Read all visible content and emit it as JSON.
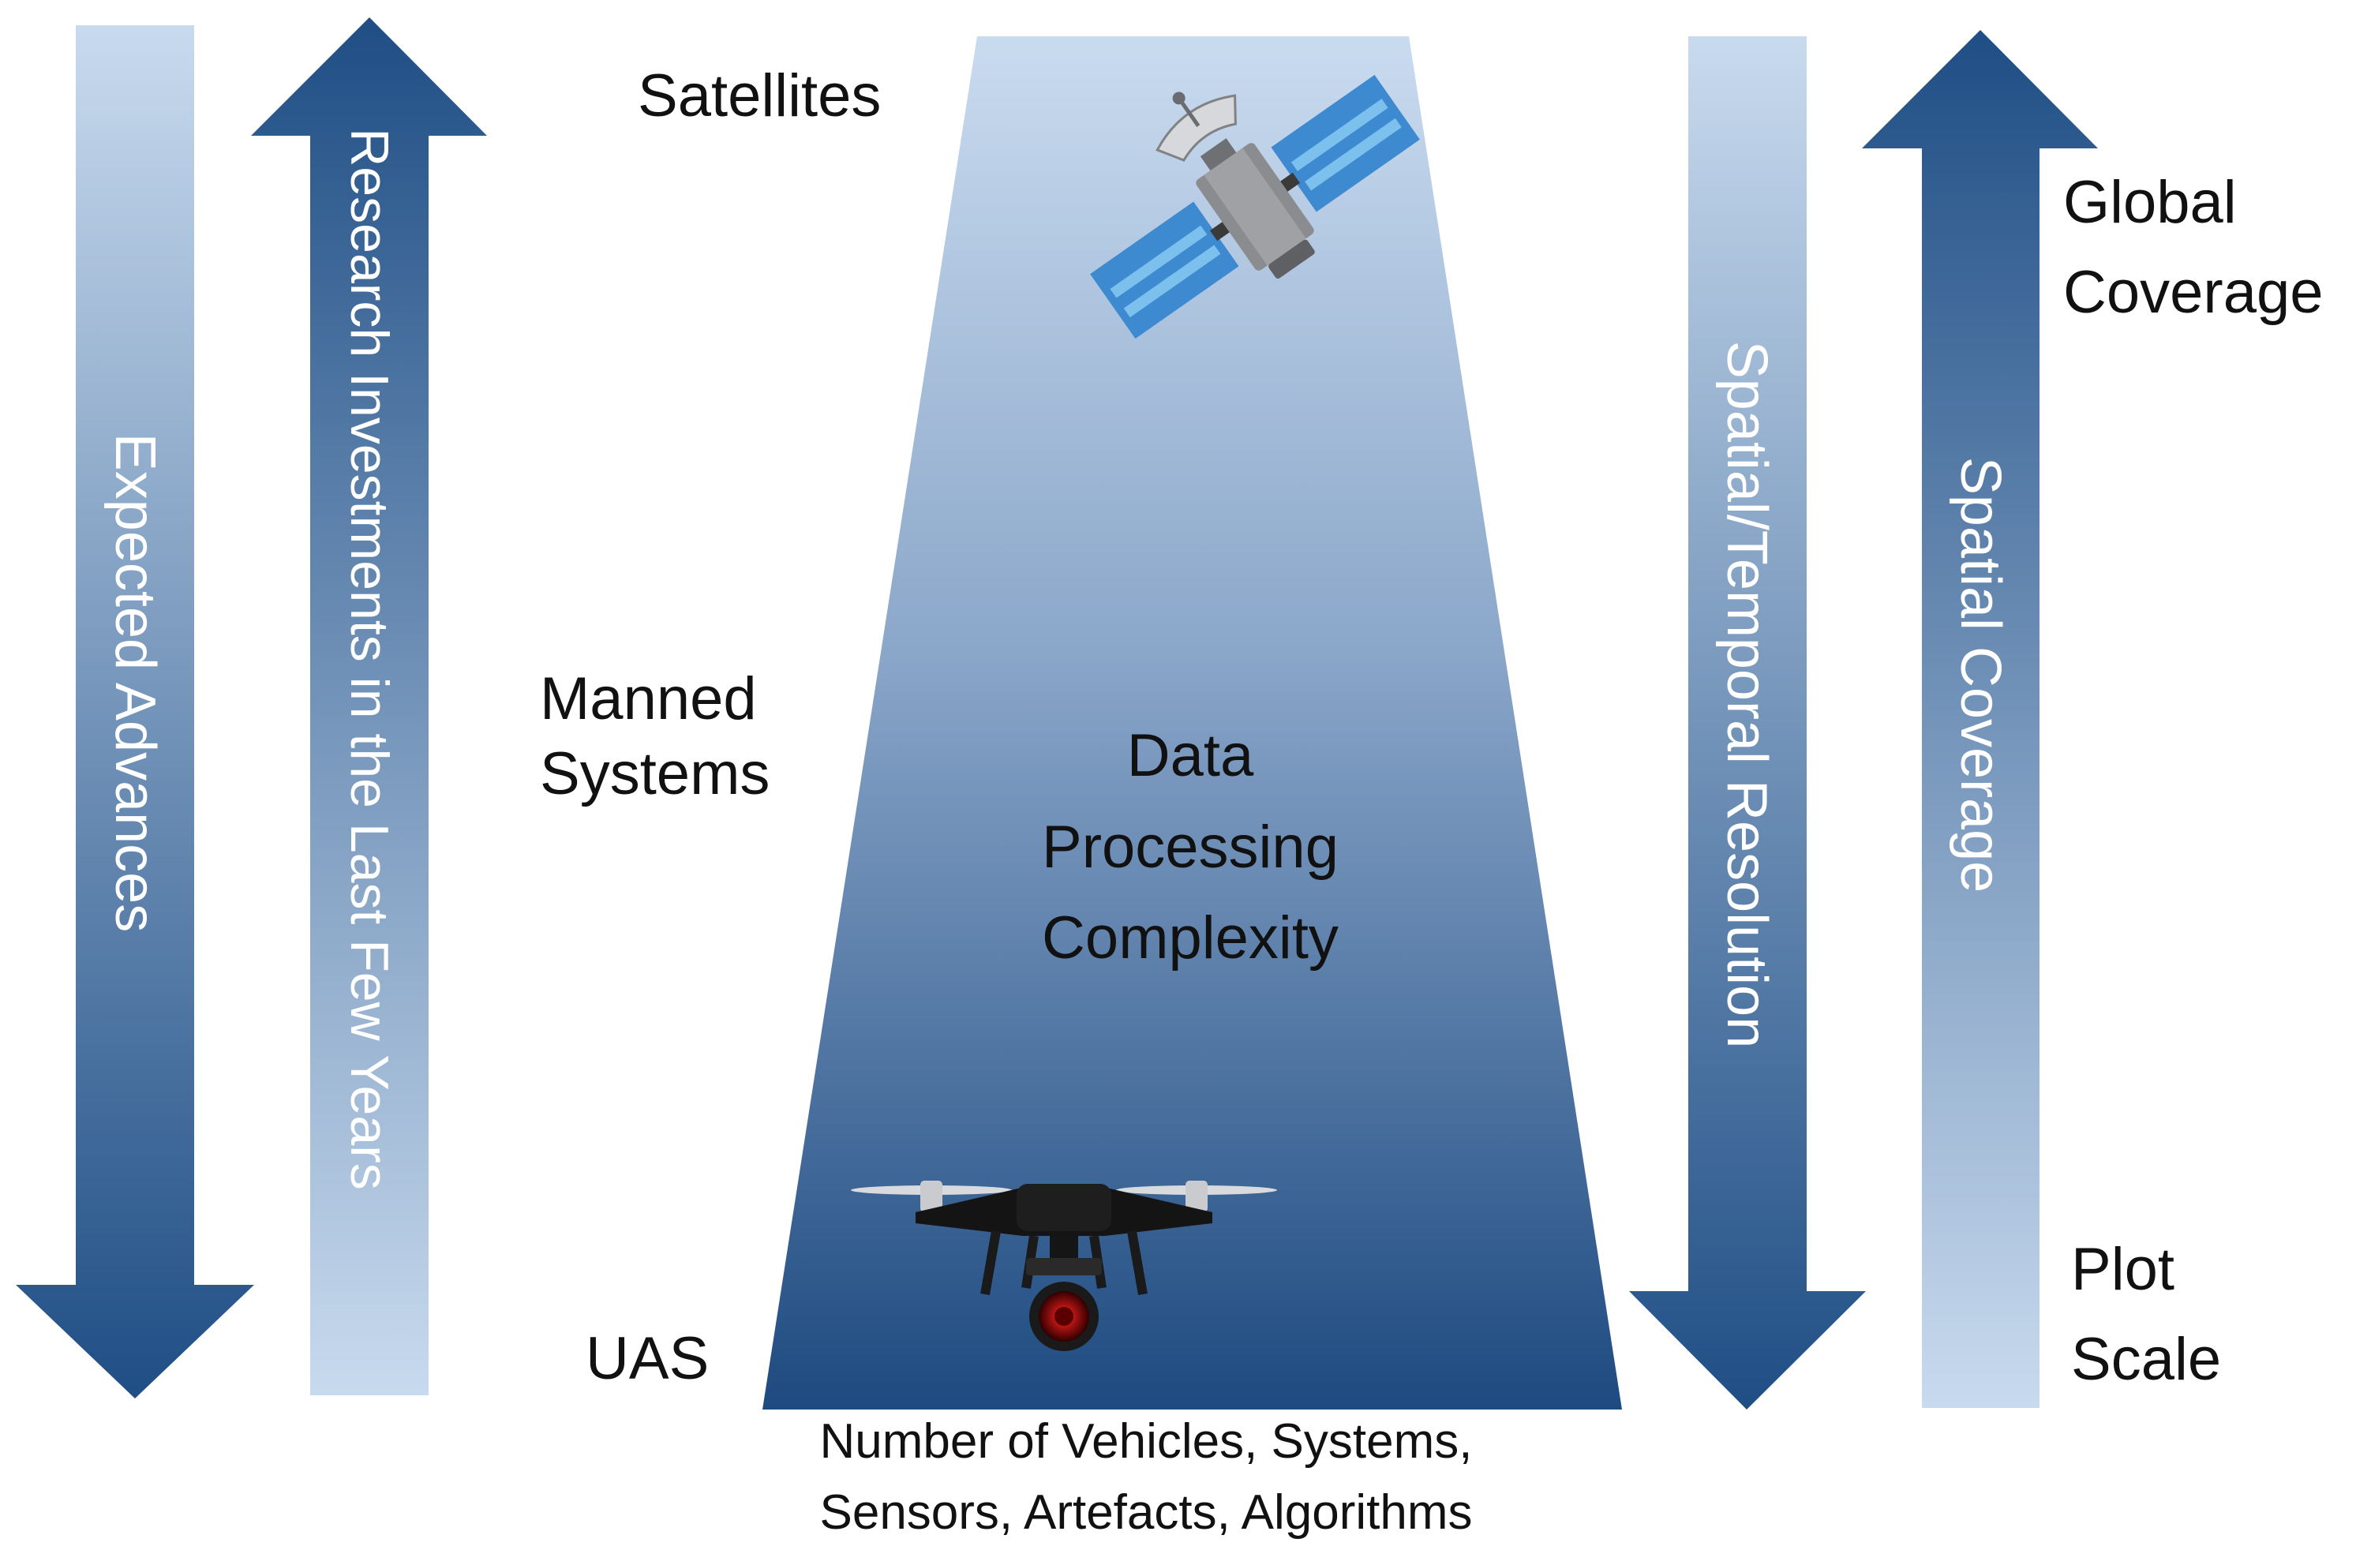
{
  "colors": {
    "dark_blue": "#1f4e85",
    "light_blue": "#c8daee",
    "text": "#111111",
    "arrow_text": "#ffffff"
  },
  "arrows": {
    "expected_advances": "Expected Advances",
    "research_investments": "Research Investments in the Last Few Years",
    "spatial_temporal_resolution": "Spatial/Temporal Resolution",
    "spatial_coverage": "Spatial Coverage"
  },
  "platforms": {
    "satellites": "Satellites",
    "manned_line1": "Manned",
    "manned_line2": "Systems",
    "uas": "UAS"
  },
  "center_label": {
    "line1": "Data",
    "line2": "Processing",
    "line3": "Complexity"
  },
  "bottom_label": {
    "line1": "Number of Vehicles, Systems,",
    "line2": "Sensors, Artefacts, Algorithms"
  },
  "coverage": {
    "global_line1": "Global",
    "global_line2": "Coverage",
    "plot_line1": "Plot",
    "plot_line2": "Scale"
  },
  "icons": {
    "satellite": "satellite-icon",
    "drone": "drone-icon"
  }
}
